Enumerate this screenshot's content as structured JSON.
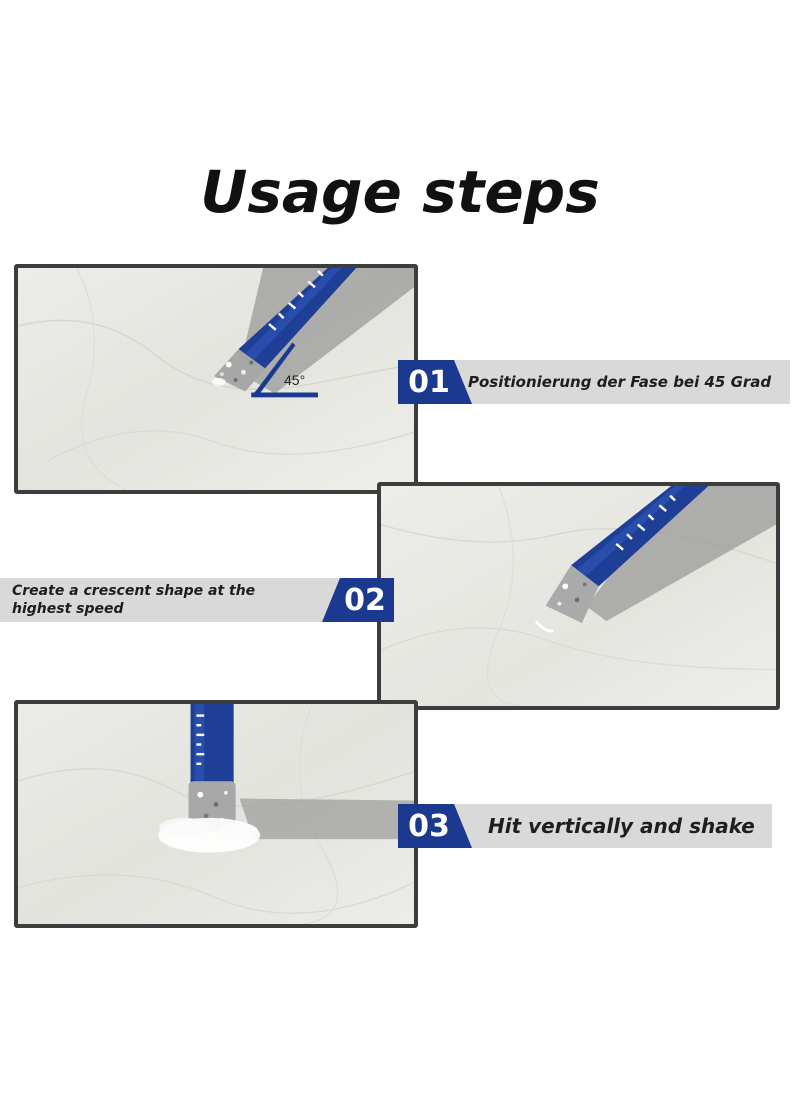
{
  "title": "Usage steps",
  "colors": {
    "accent_blue": "#1b3a8f",
    "banner_gray": "#d9d9d9",
    "frame_gray": "#3d3d3d",
    "marble": "#ebebe6"
  },
  "steps": [
    {
      "number": "01",
      "text": "Positionierung der Fase bei 45 Grad",
      "angle_label": "45°"
    },
    {
      "number": "02",
      "text": "Create a crescent shape at the highest speed"
    },
    {
      "number": "03",
      "text": "Hit vertically and shake"
    }
  ]
}
